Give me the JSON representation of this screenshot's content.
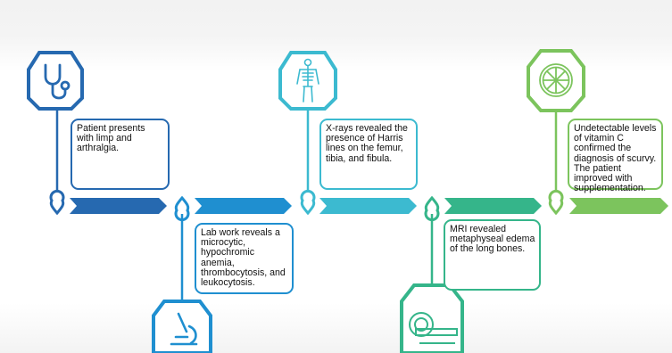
{
  "steps": [
    {
      "id": "exam",
      "text": "Patient presents with limp and arthralgia.",
      "color": "#2669b0",
      "icon": "stethoscope-icon"
    },
    {
      "id": "lab",
      "text": "Lab work reveals a microcytic, hypochromic anemia, thrombocytosis, and leukocytosis.",
      "color": "#1f8fd0",
      "icon": "microscope-icon"
    },
    {
      "id": "xray",
      "text": "X-rays revealed the presence of Harris lines on the femur, tibia, and fibula.",
      "color": "#3cbad0",
      "icon": "skeleton-icon"
    },
    {
      "id": "mri",
      "text": "MRI revealed metaphyseal edema of the long bones.",
      "color": "#35b58a",
      "icon": "mri-scanner-icon"
    },
    {
      "id": "vitc",
      "text": "Undetectable levels of vitamin C confirmed the diagnosis of scurvy. The patient improved with supplementation.",
      "color": "#7cc45d",
      "icon": "citrus-slice-icon"
    }
  ]
}
